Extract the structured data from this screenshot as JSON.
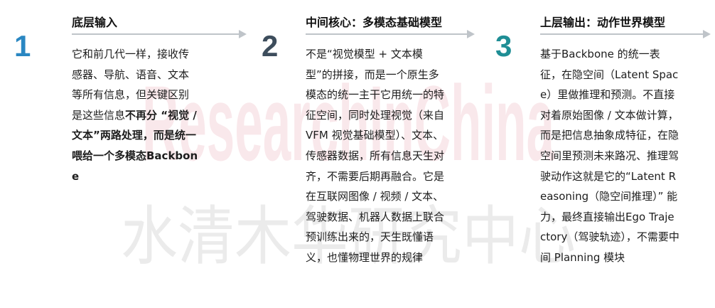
{
  "watermark": {
    "en": "ResearchInChina",
    "cn": "水清木华研究中心"
  },
  "colors": {
    "num1": "#2a87c2",
    "num2": "#3d4d5c",
    "num3": "#1f8e95",
    "arrow": "#bfc4c9"
  },
  "columns": [
    {
      "number": "1",
      "title": "底层输入",
      "text": "它和前几代一样，接收传感器、导航、语音、文本等所有信息，但关键区别是这些信息",
      "bold": "不再分 “视觉 / 文本”两路处理，而是统一喂给一个多模态Backbone"
    },
    {
      "number": "2",
      "title": "中间核心：多模态基础模型",
      "text": "不是“视觉模型 + 文本模型”的拼接，而是一个原生多模态的统一主干它用统一的特征空间，同时处理视觉（来自 VFM 视觉基础模型）、文本、传感器数据，所有信息天生对齐，不需要后期再融合。它是在互联网图像 / 视频 / 文本、驾驶数据、机器人数据上联合预训练出来的，天生既懂语义，也懂物理世界的规律"
    },
    {
      "number": "3",
      "title": "上层输出：动作世界模型",
      "text": "基于Backbone 的统一表征，在隐空间（Latent Space）里做推理和预测。不直接对着原始图像 / 文本做计算，而是把信息抽象成特征，在隐空间里预测未来路况、推理驾驶动作这就是它的“Latent Reasoning（隐空间推理）” 能力，最终直接输出Ego Trajectory（驾驶轨迹），不需要中间 Planning 模块"
    }
  ]
}
